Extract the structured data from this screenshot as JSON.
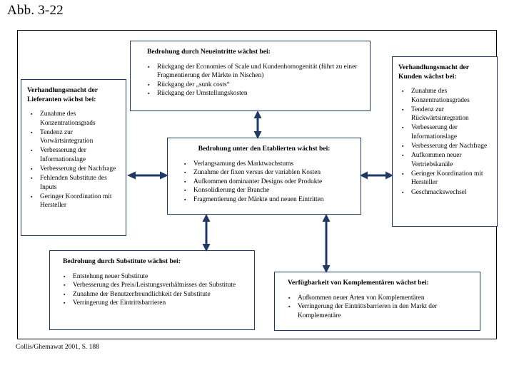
{
  "figure": {
    "label": "Abb. 3-22",
    "source": "Collis/Ghemawat 2001, S. 188",
    "accent_color": "#1f3864",
    "frame_color": "#000000",
    "bullet_glyph": "▪"
  },
  "boxes": {
    "entrants": {
      "name": "new-entrants",
      "title": "Bedrohung durch Neueintritte wächst bei:",
      "items": [
        "Rückgang der Economies of Scale und Kundenhomogenität (führt zu einer Fragmentierung der Märkte in Nischen)",
        "Rückgang der „sunk costs“",
        "Rückgang der Umstellungskosten"
      ]
    },
    "suppliers": {
      "name": "supplier-power",
      "title": "Verhandlungsmacht der Lieferanten wächst bei:",
      "items": [
        "Zunahme des Konzentrationsgrads",
        "Tendenz zur Vorwärtsintegration",
        "Verbesserung der Informationslage",
        "Verbesserung der Nachfrage",
        "Fehlenden Substitute des Inputs",
        "Geringer Koordination mit Hersteller"
      ]
    },
    "customers": {
      "name": "customer-power",
      "title": "Verhandlungsmacht der Kunden wächst bei:",
      "items": [
        "Zunahme des Konzentrationsgrades",
        "Tendenz zur Rückwärtsintegration",
        "Verbesserung der Informationslage",
        "Verbesserung der Nachfrage",
        "Aufkommen neuer Vertriebskanäle",
        "Geringer Koordination mit Hersteller",
        "Geschmackswechsel"
      ]
    },
    "rivalry": {
      "name": "rivalry-among-incumbents",
      "title": "Bedrohung unter den Etablierten wächst bei:",
      "items": [
        "Verlangsamung des Marktwachstums",
        "Zunahme der fixen versus der variablen Kosten",
        "Aufkommen dominanter Designs oder Produkte",
        "Konsolidierung der Branche",
        "Fragmentierung der Märkte und neuen Eintritten"
      ]
    },
    "substitutes": {
      "name": "substitutes",
      "title": "Bedrohung durch Substitute wächst bei:",
      "items": [
        "Entstehung neuer Substitute",
        "Verbesserung des Preis/Leistungsverhältnisses der Substitute",
        "Zunahme der Benutzerfreundlichkeit der Substitute",
        "Verringerung der Eintrittsbarrieren"
      ]
    },
    "complements": {
      "name": "complements",
      "title": "Verfügbarkeit von Komplementären wächst bei:",
      "items": [
        "Aufkommen neuer Arten von Komplementären",
        "Verringerung der Eintrittsbarrieren in den Markt der Komplementäre"
      ]
    }
  },
  "connectors": [
    {
      "id": "suppliers-rivalry",
      "from": "suppliers",
      "to": "rivalry",
      "style": "double-headed",
      "orientation": "horizontal"
    },
    {
      "id": "rivalry-customers",
      "from": "rivalry",
      "to": "customers",
      "style": "double-headed",
      "orientation": "horizontal"
    },
    {
      "id": "entrants-rivalry",
      "from": "entrants",
      "to": "rivalry",
      "style": "double-headed",
      "orientation": "vertical"
    },
    {
      "id": "rivalry-substitutes",
      "from": "rivalry",
      "to": "substitutes",
      "style": "double-headed",
      "orientation": "vertical"
    },
    {
      "id": "rivalry-complements",
      "from": "rivalry",
      "to": "complements",
      "style": "double-headed",
      "orientation": "vertical"
    }
  ]
}
